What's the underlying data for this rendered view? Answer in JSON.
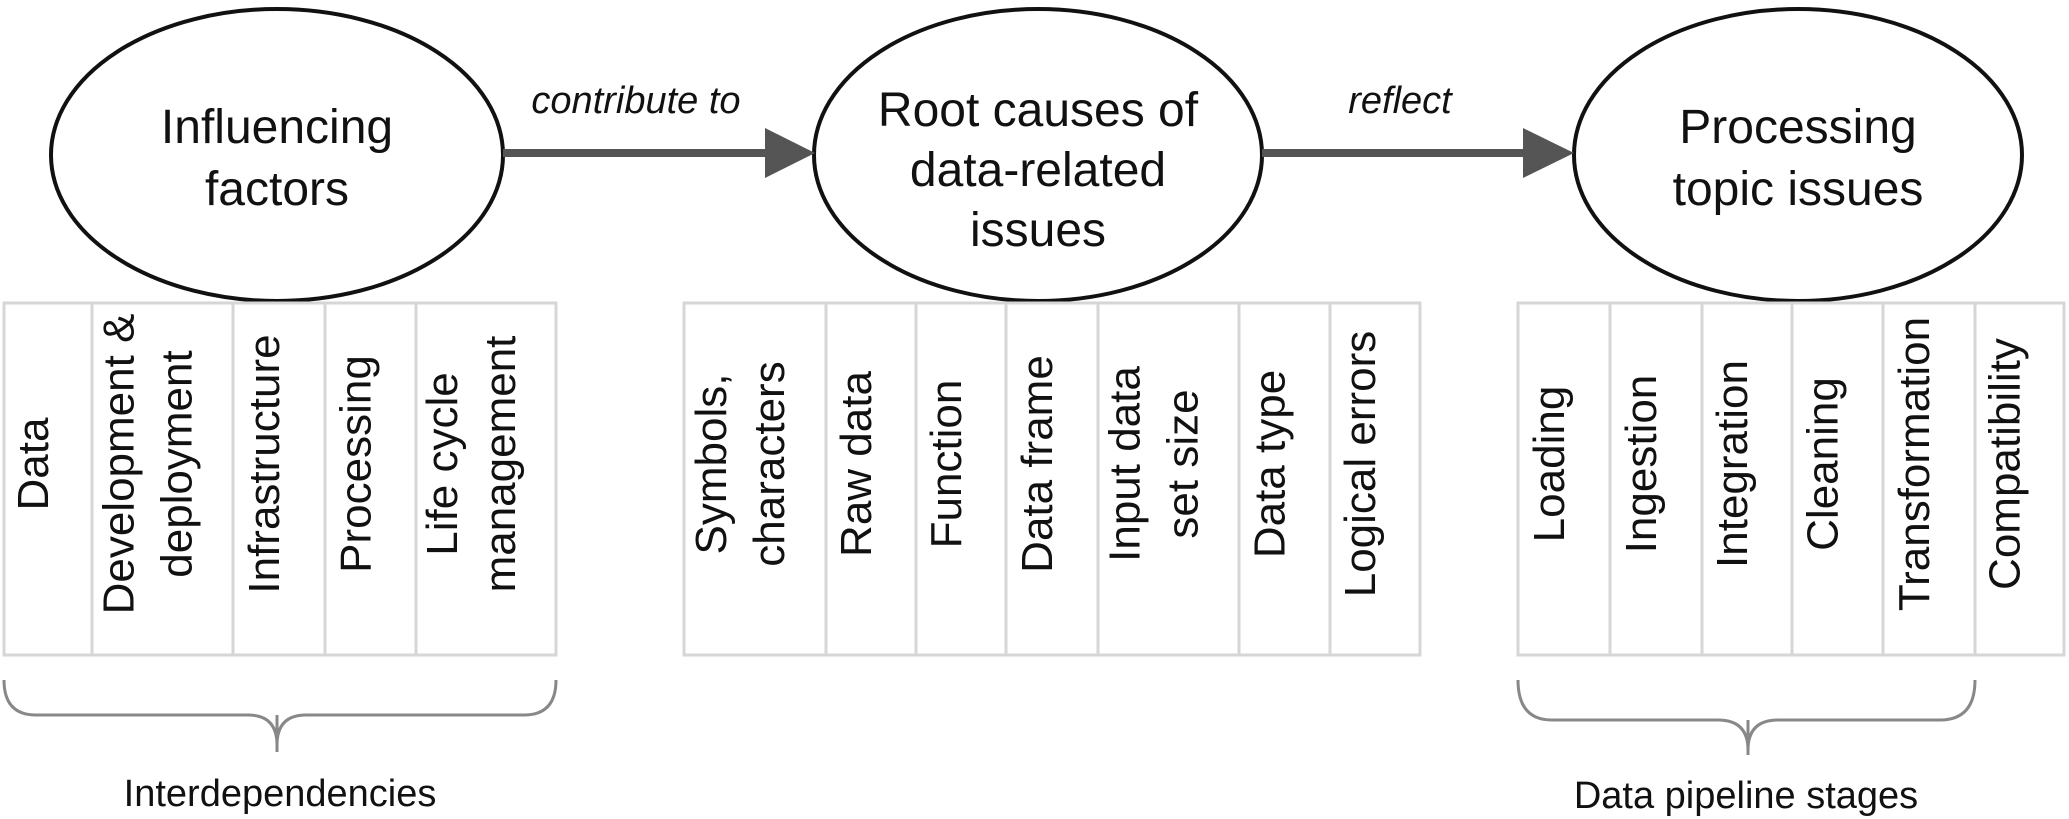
{
  "nodes": {
    "influencing": {
      "lines": [
        "Influencing",
        "factors"
      ]
    },
    "root_causes": {
      "lines": [
        "Root causes of",
        "data-related",
        "issues"
      ]
    },
    "processing": {
      "lines": [
        "Processing",
        "topic issues"
      ]
    }
  },
  "edges": {
    "contribute": "contribute to",
    "reflect": "reflect"
  },
  "groups": {
    "influencing": [
      {
        "lines": [
          "Data"
        ]
      },
      {
        "lines": [
          "Development &",
          "deployment"
        ]
      },
      {
        "lines": [
          "Infrastructure"
        ]
      },
      {
        "lines": [
          "Processing"
        ]
      },
      {
        "lines": [
          "Life cycle",
          "management"
        ]
      }
    ],
    "root_causes": [
      {
        "lines": [
          "Symbols,",
          "characters"
        ]
      },
      {
        "lines": [
          "Raw data"
        ]
      },
      {
        "lines": [
          "Function"
        ]
      },
      {
        "lines": [
          "Data frame"
        ]
      },
      {
        "lines": [
          "Input data",
          "set size"
        ]
      },
      {
        "lines": [
          "Data type"
        ]
      },
      {
        "lines": [
          "Logical errors"
        ]
      }
    ],
    "processing": [
      {
        "lines": [
          "Loading"
        ]
      },
      {
        "lines": [
          "Ingestion"
        ]
      },
      {
        "lines": [
          "Integration"
        ]
      },
      {
        "lines": [
          "Cleaning"
        ]
      },
      {
        "lines": [
          "Transformation"
        ]
      },
      {
        "lines": [
          "Compatibility"
        ]
      }
    ]
  },
  "braces": {
    "left": "Interdependencies",
    "right": "Data pipeline stages"
  }
}
